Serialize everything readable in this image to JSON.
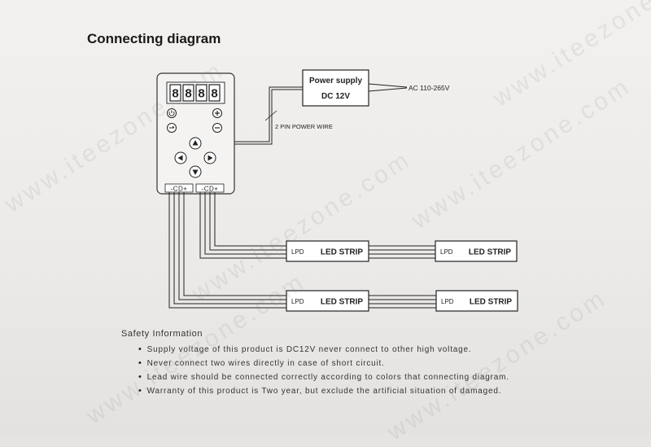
{
  "title": "Connecting diagram",
  "controller": {
    "display_digits": [
      "8",
      "8",
      "8",
      "8"
    ],
    "buttons": [
      "power-icon",
      "plus-icon",
      "menu-icon",
      "minus-icon",
      "up-arrow-icon",
      "left-arrow-icon",
      "right-arrow-icon",
      "down-arrow-icon"
    ],
    "port_labels": [
      "-CD+",
      "-CD+"
    ]
  },
  "power_supply": {
    "line1": "Power supply",
    "line2": "DC 12V",
    "input": "AC 110-265V"
  },
  "wire_label": "2 PIN POWER WIRE",
  "strips": [
    {
      "tag": "LPD",
      "label": "LED STRIP"
    },
    {
      "tag": "LPD",
      "label": "LED STRIP"
    },
    {
      "tag": "LPD",
      "label": "LED STRIP"
    },
    {
      "tag": "LPD",
      "label": "LED STRIP"
    }
  ],
  "safety": {
    "title": "Safety Information",
    "items": [
      "Supply voltage of this product is DC12V never connect to other high voltage.",
      "Never connect two wires directly in case of short circuit.",
      "Lead wire should be connected correctly according to colors that connecting diagram.",
      "Warranty of this product is Two year, but exclude the artificial situation of damaged."
    ]
  },
  "watermark": "www.iteezone.com",
  "colors": {
    "ink": "#222222",
    "paper": "#efedeb"
  }
}
